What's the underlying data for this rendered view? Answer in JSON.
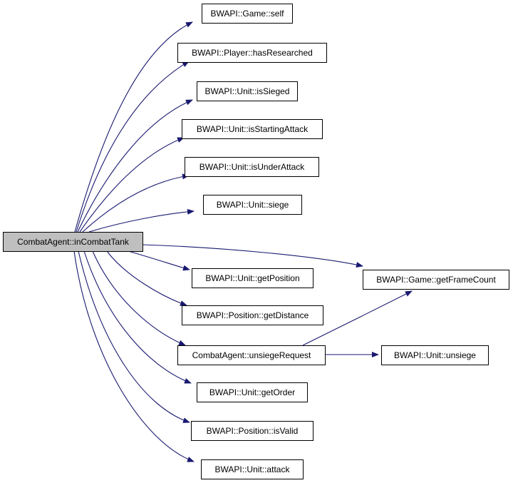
{
  "diagram": {
    "colors": {
      "edge": "#191970",
      "root_fill": "#bfbfbf",
      "node_fill": "#ffffff",
      "node_border": "#000000"
    },
    "nodes": [
      {
        "id": "root",
        "label": "CombatAgent::inCombatTank",
        "kind": "root",
        "icon": "none"
      },
      {
        "id": "game_self",
        "label": "BWAPI::Game::self",
        "kind": "function"
      },
      {
        "id": "has_researched",
        "label": "BWAPI::Player::hasResearched",
        "kind": "function"
      },
      {
        "id": "is_sieged",
        "label": "BWAPI::Unit::isSieged",
        "kind": "function"
      },
      {
        "id": "is_starting_attack",
        "label": "BWAPI::Unit::isStartingAttack",
        "kind": "function"
      },
      {
        "id": "is_under_attack",
        "label": "BWAPI::Unit::isUnderAttack",
        "kind": "function"
      },
      {
        "id": "siege",
        "label": "BWAPI::Unit::siege",
        "kind": "function"
      },
      {
        "id": "get_position",
        "label": "BWAPI::Unit::getPosition",
        "kind": "function"
      },
      {
        "id": "get_frame_count",
        "label": "BWAPI::Game::getFrameCount",
        "kind": "function"
      },
      {
        "id": "get_distance",
        "label": "BWAPI::Position::getDistance",
        "kind": "function"
      },
      {
        "id": "unsiege_request",
        "label": "CombatAgent::unsiegeRequest",
        "kind": "function"
      },
      {
        "id": "unsiege",
        "label": "BWAPI::Unit::unsiege",
        "kind": "function"
      },
      {
        "id": "get_order",
        "label": "BWAPI::Unit::getOrder",
        "kind": "function"
      },
      {
        "id": "is_valid",
        "label": "BWAPI::Position::isValid",
        "kind": "function"
      },
      {
        "id": "attack",
        "label": "BWAPI::Unit::attack",
        "kind": "function"
      }
    ],
    "edges": [
      {
        "from": "root",
        "to": "game_self"
      },
      {
        "from": "root",
        "to": "has_researched"
      },
      {
        "from": "root",
        "to": "is_sieged"
      },
      {
        "from": "root",
        "to": "is_starting_attack"
      },
      {
        "from": "root",
        "to": "is_under_attack"
      },
      {
        "from": "root",
        "to": "siege"
      },
      {
        "from": "root",
        "to": "get_frame_count"
      },
      {
        "from": "root",
        "to": "get_position"
      },
      {
        "from": "root",
        "to": "get_distance"
      },
      {
        "from": "root",
        "to": "unsiege_request"
      },
      {
        "from": "root",
        "to": "get_order"
      },
      {
        "from": "root",
        "to": "is_valid"
      },
      {
        "from": "root",
        "to": "attack"
      },
      {
        "from": "unsiege_request",
        "to": "get_frame_count"
      },
      {
        "from": "unsiege_request",
        "to": "unsiege"
      }
    ]
  }
}
